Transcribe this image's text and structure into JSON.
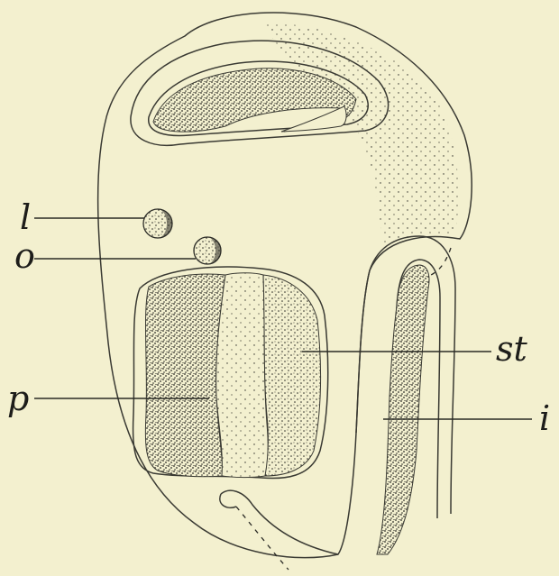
{
  "figure": {
    "background": "#f3f0cf",
    "ink": "#2a2a25",
    "labels": {
      "l": "l",
      "o": "o",
      "st": "st",
      "p": "p",
      "i": "i"
    }
  }
}
